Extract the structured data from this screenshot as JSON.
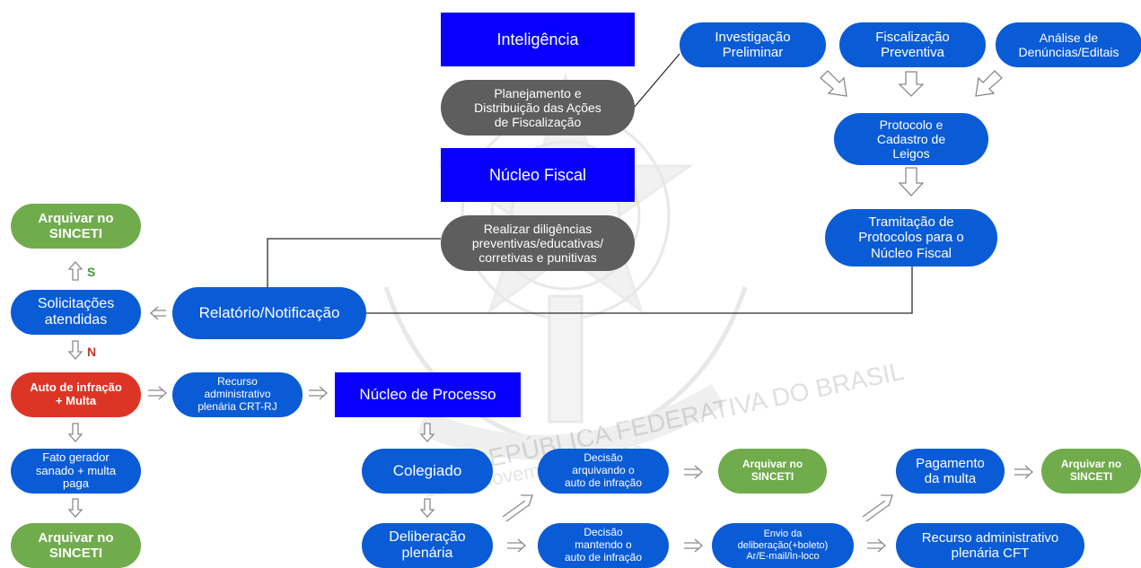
{
  "colors": {
    "blue_box": "#0800ff",
    "blue_pill": "#0a5bd6",
    "gray_pill": "#5e5e5e",
    "green_pill": "#70ac4b",
    "red_pill": "#dc3526",
    "label_s": "#4a9a2e",
    "label_n": "#c0392b",
    "arrow": "#808080",
    "line": "#2b2b2b"
  },
  "nodes": {
    "inteligencia": "Inteligência",
    "planejamento": "Planejamento e\nDistribuição das Ações\nde Fiscalização",
    "nucleo_fiscal": "Núcleo Fiscal",
    "diligencias": "Realizar diligências\npreventivas/educativas/\ncorretivas e punitivas",
    "investigacao": "Investigação\nPreliminar",
    "fiscalizacao": "Fiscalização\nPreventiva",
    "analise": "Análise de\nDenúncias/Editais",
    "protocolo": "Protocolo e\nCadastro de\nLeigos",
    "tramitacao": "Tramitação de\nProtocolos para o\nNúcleo Fiscal",
    "arquivar_top": "Arquivar no\nSINCETI",
    "solicitacoes": "Solicitações\natendidas",
    "relatorio": "Relatório/Notificação",
    "auto": "Auto de infração\n+ Multa",
    "recurso_crt": "Recurso\nadministrativo\nplenária CRT-RJ",
    "nucleo_processo": "Núcleo de Processo",
    "fato": "Fato gerador\nsanado + multa\npaga",
    "arquivar_left_bottom": "Arquivar no\nSINCETI",
    "colegiado": "Colegiado",
    "decisao_arq": "Decisão\narquivando o\nauto de infração",
    "arquivar_mid": "Arquivar no\nSINCETI",
    "pagamento": "Pagamento\nda multa",
    "arquivar_right": "Arquivar no\nSINCETI",
    "deliberacao": "Deliberação\nplenária",
    "decisao_mant": "Decisão\nmantendo o\nauto de infração",
    "envio": "Envio da\ndeliberação(+boleto)\nAr/E-mail/In-loco",
    "recurso_cft": "Recurso administrativo\nplenária CFT"
  },
  "labels": {
    "s": "S",
    "n": "N"
  },
  "watermark": {
    "ring_text": "REPÚBLICA FEDERATIVA DO BRASIL",
    "date_text": "15 de Novembro de 1889"
  }
}
